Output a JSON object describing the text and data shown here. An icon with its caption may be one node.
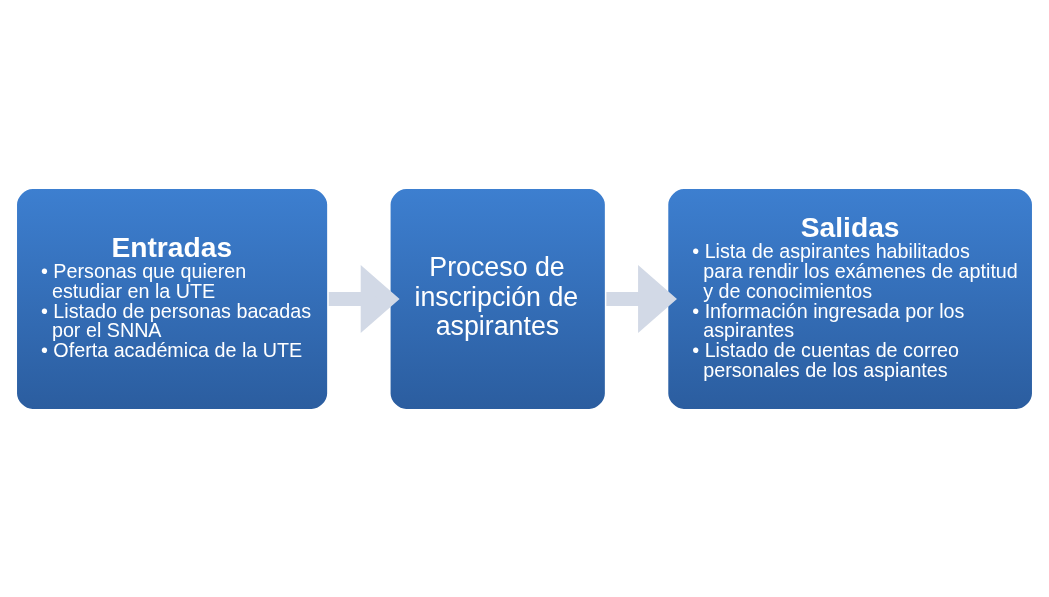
{
  "diagram": {
    "nodes": [
      {
        "text": [
          "Entradas",
          "• Personas que quieren estudiar en la UTE",
          "• Listado de personas bacadas por el SNNA",
          "• Oferta académica de la UTE"
        ]
      },
      {
        "text": [
          "Proceso de inscripción de aspirantes"
        ]
      },
      {
        "text": [
          "Salidas",
          "• Lista de aspirantes habilitados para rendir los exámenes de aptitud y de conocimientos",
          "• Información ingresada por los aspirantes",
          "• Listado de cuentas de correo personales de los aspiantes"
        ]
      }
    ],
    "edges": [
      {
        "from": 0,
        "to": 1,
        "arrow": "to"
      },
      {
        "from": 1,
        "to": 2,
        "arrow": "to"
      }
    ]
  }
}
